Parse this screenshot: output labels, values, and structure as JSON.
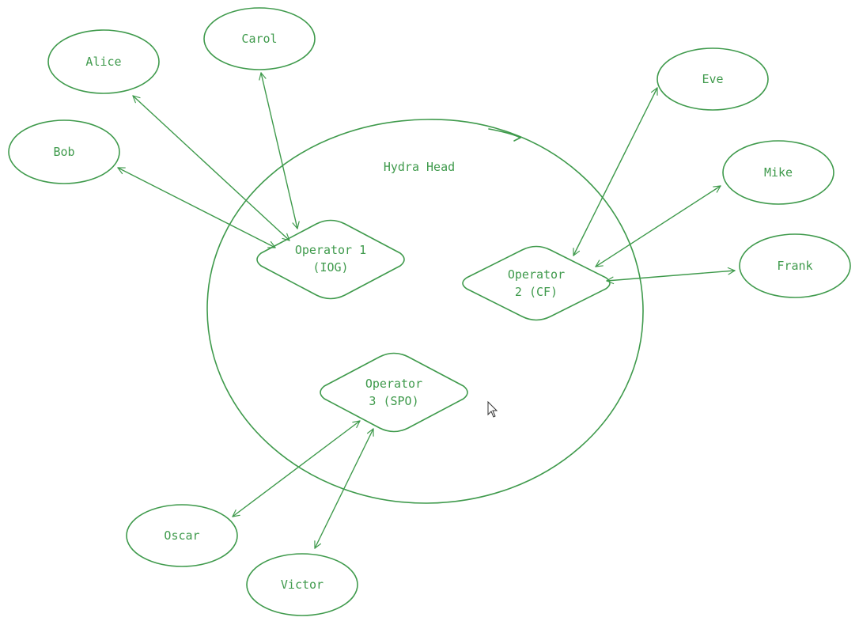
{
  "diagram": {
    "head_label": "Hydra Head",
    "operators": [
      {
        "id": "op1",
        "lines": [
          "Operator 1",
          "(IOG)"
        ]
      },
      {
        "id": "op2",
        "lines": [
          "Operator",
          "2 (CF)"
        ]
      },
      {
        "id": "op3",
        "lines": [
          "Operator",
          "3 (SPO)"
        ]
      }
    ],
    "participants": [
      {
        "id": "alice",
        "label": "Alice"
      },
      {
        "id": "bob",
        "label": "Bob"
      },
      {
        "id": "carol",
        "label": "Carol"
      },
      {
        "id": "eve",
        "label": "Eve"
      },
      {
        "id": "mike",
        "label": "Mike"
      },
      {
        "id": "frank",
        "label": "Frank"
      },
      {
        "id": "oscar",
        "label": "Oscar"
      },
      {
        "id": "victor",
        "label": "Victor"
      }
    ],
    "connections": [
      {
        "from": "alice",
        "to": "op1"
      },
      {
        "from": "bob",
        "to": "op1"
      },
      {
        "from": "carol",
        "to": "op1"
      },
      {
        "from": "eve",
        "to": "op2"
      },
      {
        "from": "mike",
        "to": "op2"
      },
      {
        "from": "frank",
        "to": "op2"
      },
      {
        "from": "oscar",
        "to": "op3"
      },
      {
        "from": "victor",
        "to": "op3"
      }
    ]
  }
}
